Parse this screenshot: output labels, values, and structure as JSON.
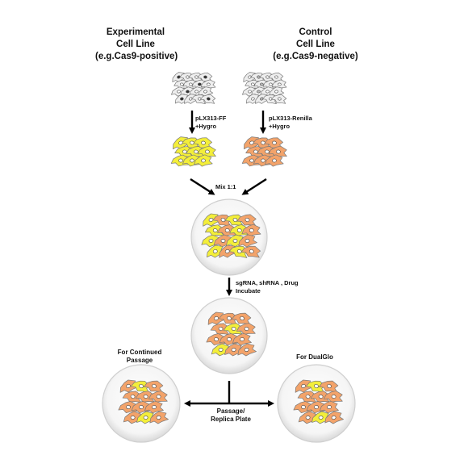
{
  "experimental": {
    "title_line1": "Experimental",
    "title_line2": "Cell Line",
    "title_line3": "(e.g.Cas9-positive)",
    "reagent_line1": "pLX313-FF",
    "reagent_line2": "+Hygro"
  },
  "control": {
    "title_line1": "Control",
    "title_line2": "Cell Line",
    "title_line3": "(e.g.Cas9-negative)",
    "reagent_line1": "pLX313-Renilla",
    "reagent_line2": "+Hygro"
  },
  "mix_label": "Mix 1:1",
  "treatment": {
    "line1": "sgRNA, shRNA , Drug",
    "line2": "Incubate"
  },
  "left_branch": {
    "line1": "For Continued",
    "line2": "Passage"
  },
  "right_branch": {
    "line1": "For DualGlo"
  },
  "split": {
    "line1": "Passage/",
    "line2": "Replica Plate"
  },
  "colors": {
    "untransduced_cell": "#eeeeee",
    "ff_cell": "#f3ee3a",
    "renilla_cell": "#f3a36a",
    "nucleus_dark": "#333333",
    "arrow": "#000000",
    "dish_fill": "#f7f7f7",
    "dish_edge": "#cfcfcf"
  }
}
